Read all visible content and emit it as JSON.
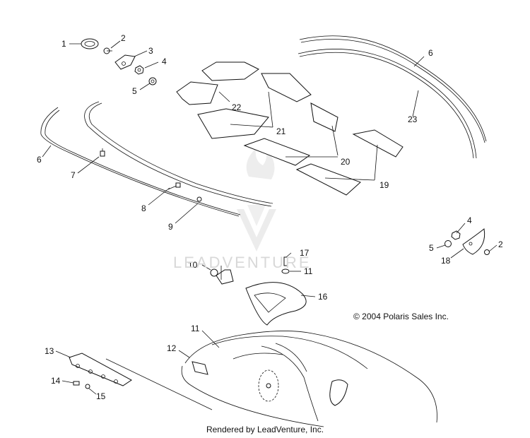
{
  "diagram": {
    "watermark": "LEADVENTURE",
    "copyright": "© 2004 Polaris Sales Inc.",
    "footer": "Rendered by LeadVenture, Inc.",
    "callouts": [
      {
        "id": "c1",
        "label": "1"
      },
      {
        "id": "c2a",
        "label": "2"
      },
      {
        "id": "c3",
        "label": "3"
      },
      {
        "id": "c4a",
        "label": "4"
      },
      {
        "id": "c5a",
        "label": "5"
      },
      {
        "id": "c6a",
        "label": "6"
      },
      {
        "id": "c6b",
        "label": "6"
      },
      {
        "id": "c7",
        "label": "7"
      },
      {
        "id": "c8",
        "label": "8"
      },
      {
        "id": "c9",
        "label": "9"
      },
      {
        "id": "c10",
        "label": "10"
      },
      {
        "id": "c11a",
        "label": "11"
      },
      {
        "id": "c11b",
        "label": "11"
      },
      {
        "id": "c12",
        "label": "12"
      },
      {
        "id": "c13",
        "label": "13"
      },
      {
        "id": "c14",
        "label": "14"
      },
      {
        "id": "c15",
        "label": "15"
      },
      {
        "id": "c16",
        "label": "16"
      },
      {
        "id": "c17",
        "label": "17"
      },
      {
        "id": "c18",
        "label": "18"
      },
      {
        "id": "c19",
        "label": "19"
      },
      {
        "id": "c20",
        "label": "20"
      },
      {
        "id": "c21",
        "label": "21"
      },
      {
        "id": "c22",
        "label": "22"
      },
      {
        "id": "c23",
        "label": "23"
      },
      {
        "id": "c4b",
        "label": "4"
      },
      {
        "id": "c5b",
        "label": "5"
      },
      {
        "id": "c2b",
        "label": "2"
      }
    ]
  }
}
